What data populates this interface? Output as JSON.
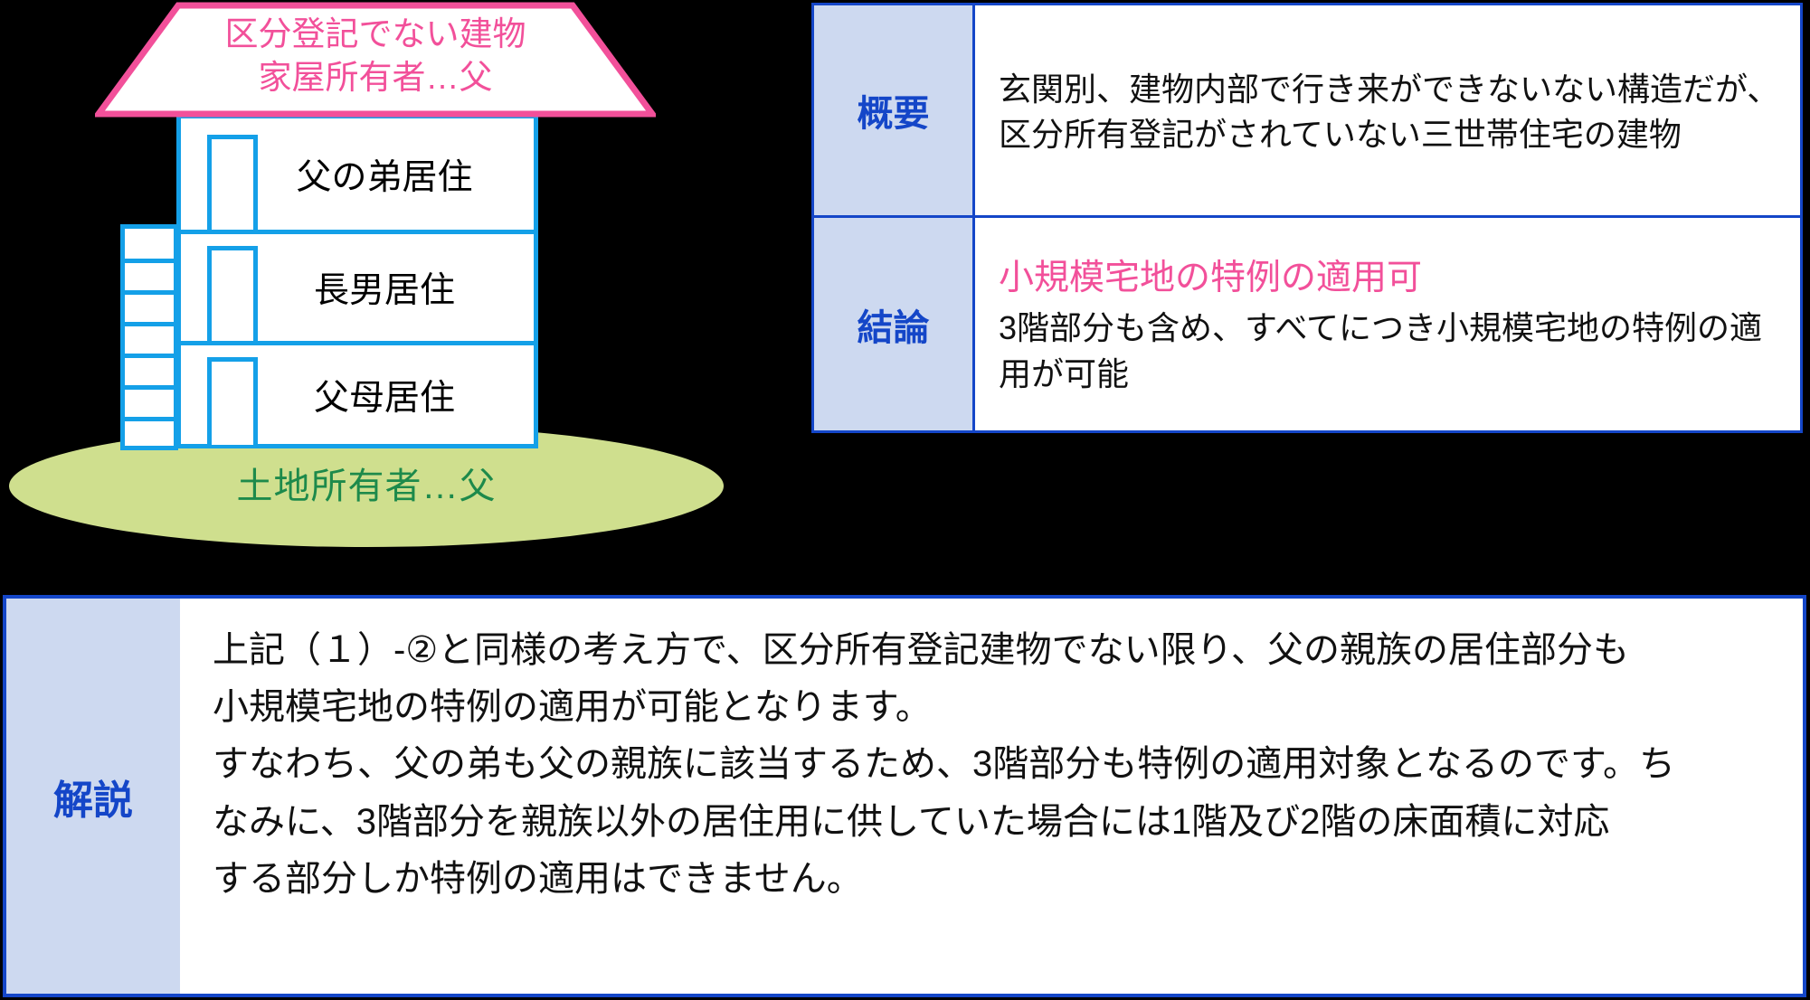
{
  "colors": {
    "roof_pink": "#f2509a",
    "house_blue": "#14a0e8",
    "ground_green": "#cfdf8e",
    "ground_text_green": "#1d8a4b",
    "table_blue": "#1446c8",
    "table_label_bg": "#cdd9f0",
    "background": "#000000"
  },
  "house": {
    "roof_line1": "区分登記でない建物",
    "roof_line2": "家屋所有者…父",
    "floors": [
      {
        "label": "父の弟居住"
      },
      {
        "label": "長男居住"
      },
      {
        "label": "父母居住"
      }
    ],
    "ground_label": "土地所有者…父"
  },
  "summary_table": {
    "rows": [
      {
        "label": "概要",
        "text": "玄関別、建物内部で行き来ができないない構造だが、区分所有登記がされていない三世帯住宅の建物"
      },
      {
        "label": "結論",
        "highlight": "小規模宅地の特例の適用可",
        "text": "3階部分も含め、すべてにつき小規模宅地の特例の適用が可能"
      }
    ]
  },
  "explanation": {
    "label": "解説",
    "lines": [
      "上記（１）-②と同様の考え方で、区分所有登記建物でない限り、父の親族の居住部分も",
      "小規模宅地の特例の適用が可能となります。",
      "すなわち、父の弟も父の親族に該当するため、3階部分も特例の適用対象となるのです。ち",
      "なみに、3階部分を親族以外の居住用に供していた場合には1階及び2階の床面積に対応",
      "する部分しか特例の適用はできません。"
    ]
  }
}
